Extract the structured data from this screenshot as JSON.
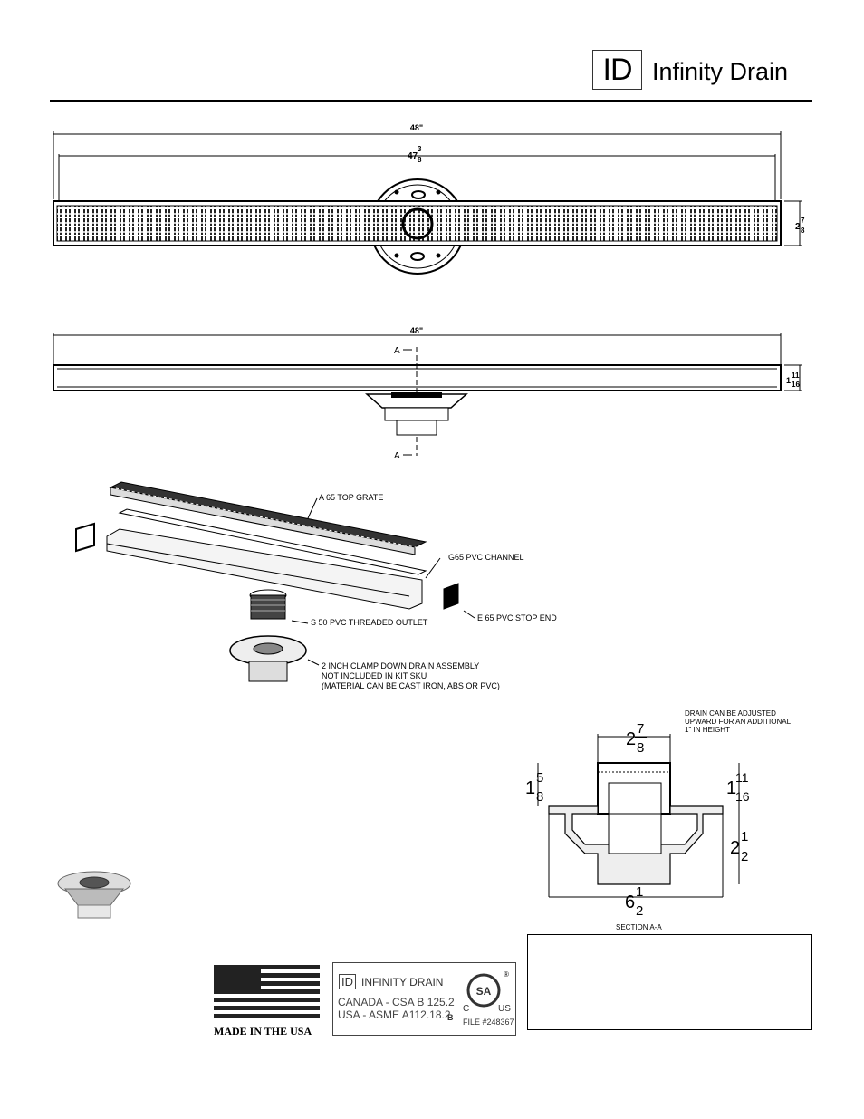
{
  "header": {
    "logo_mark": "ID",
    "brand_name": "Infinity Drain"
  },
  "top_view": {
    "overall_length": "48\"",
    "channel_length_whole": "47",
    "channel_length_num": "3",
    "channel_length_den": "8",
    "width_whole": "2",
    "width_num": "7",
    "width_den": "8"
  },
  "side_view": {
    "overall_length": "48\"",
    "section_marker_top": "A",
    "section_marker_bottom": "A",
    "height_whole": "1",
    "height_num": "11",
    "height_den": "16"
  },
  "exploded_view": {
    "labels": [
      "A 65 TOP GRATE",
      "G65 PVC CHANNEL",
      "S 50 PVC THREADED OUTLET",
      "E 65 PVC STOP END"
    ],
    "drain_note": [
      "2 INCH CLAMP DOWN DRAIN ASSEMBLY",
      "NOT INCLUDED IN KIT SKU",
      "(MATERIAL CAN BE CAST IRON, ABS OR PVC)"
    ]
  },
  "section_view": {
    "note_lines": [
      "DRAIN CAN BE ADJUSTED",
      "UPWARD FOR AN ADDITIONAL",
      "1\" IN HEIGHT"
    ],
    "top_width": {
      "whole": "2",
      "num": "7",
      "den": "8"
    },
    "left_height": {
      "whole": "1",
      "num": "5",
      "den": "8"
    },
    "right_height": {
      "whole": "1",
      "num": "11",
      "den": "16"
    },
    "body_height": {
      "whole": "2",
      "num": "1",
      "den": "2"
    },
    "base_width": {
      "whole": "6",
      "num": "1",
      "den": "2"
    },
    "caption": "SECTION A-A"
  },
  "badges": {
    "usa_text": "MADE IN THE USA",
    "cert_logo_mark": "ID",
    "cert_brand": "INFINITY DRAIN",
    "canada_line": "CANADA - CSA B 125.2",
    "usa_line": "USA - ASME A112.18.2",
    "cert_class": "B",
    "csa_left": "C",
    "csa_right": "US",
    "csa_registered": "®",
    "file_number": "FILE #248367"
  }
}
